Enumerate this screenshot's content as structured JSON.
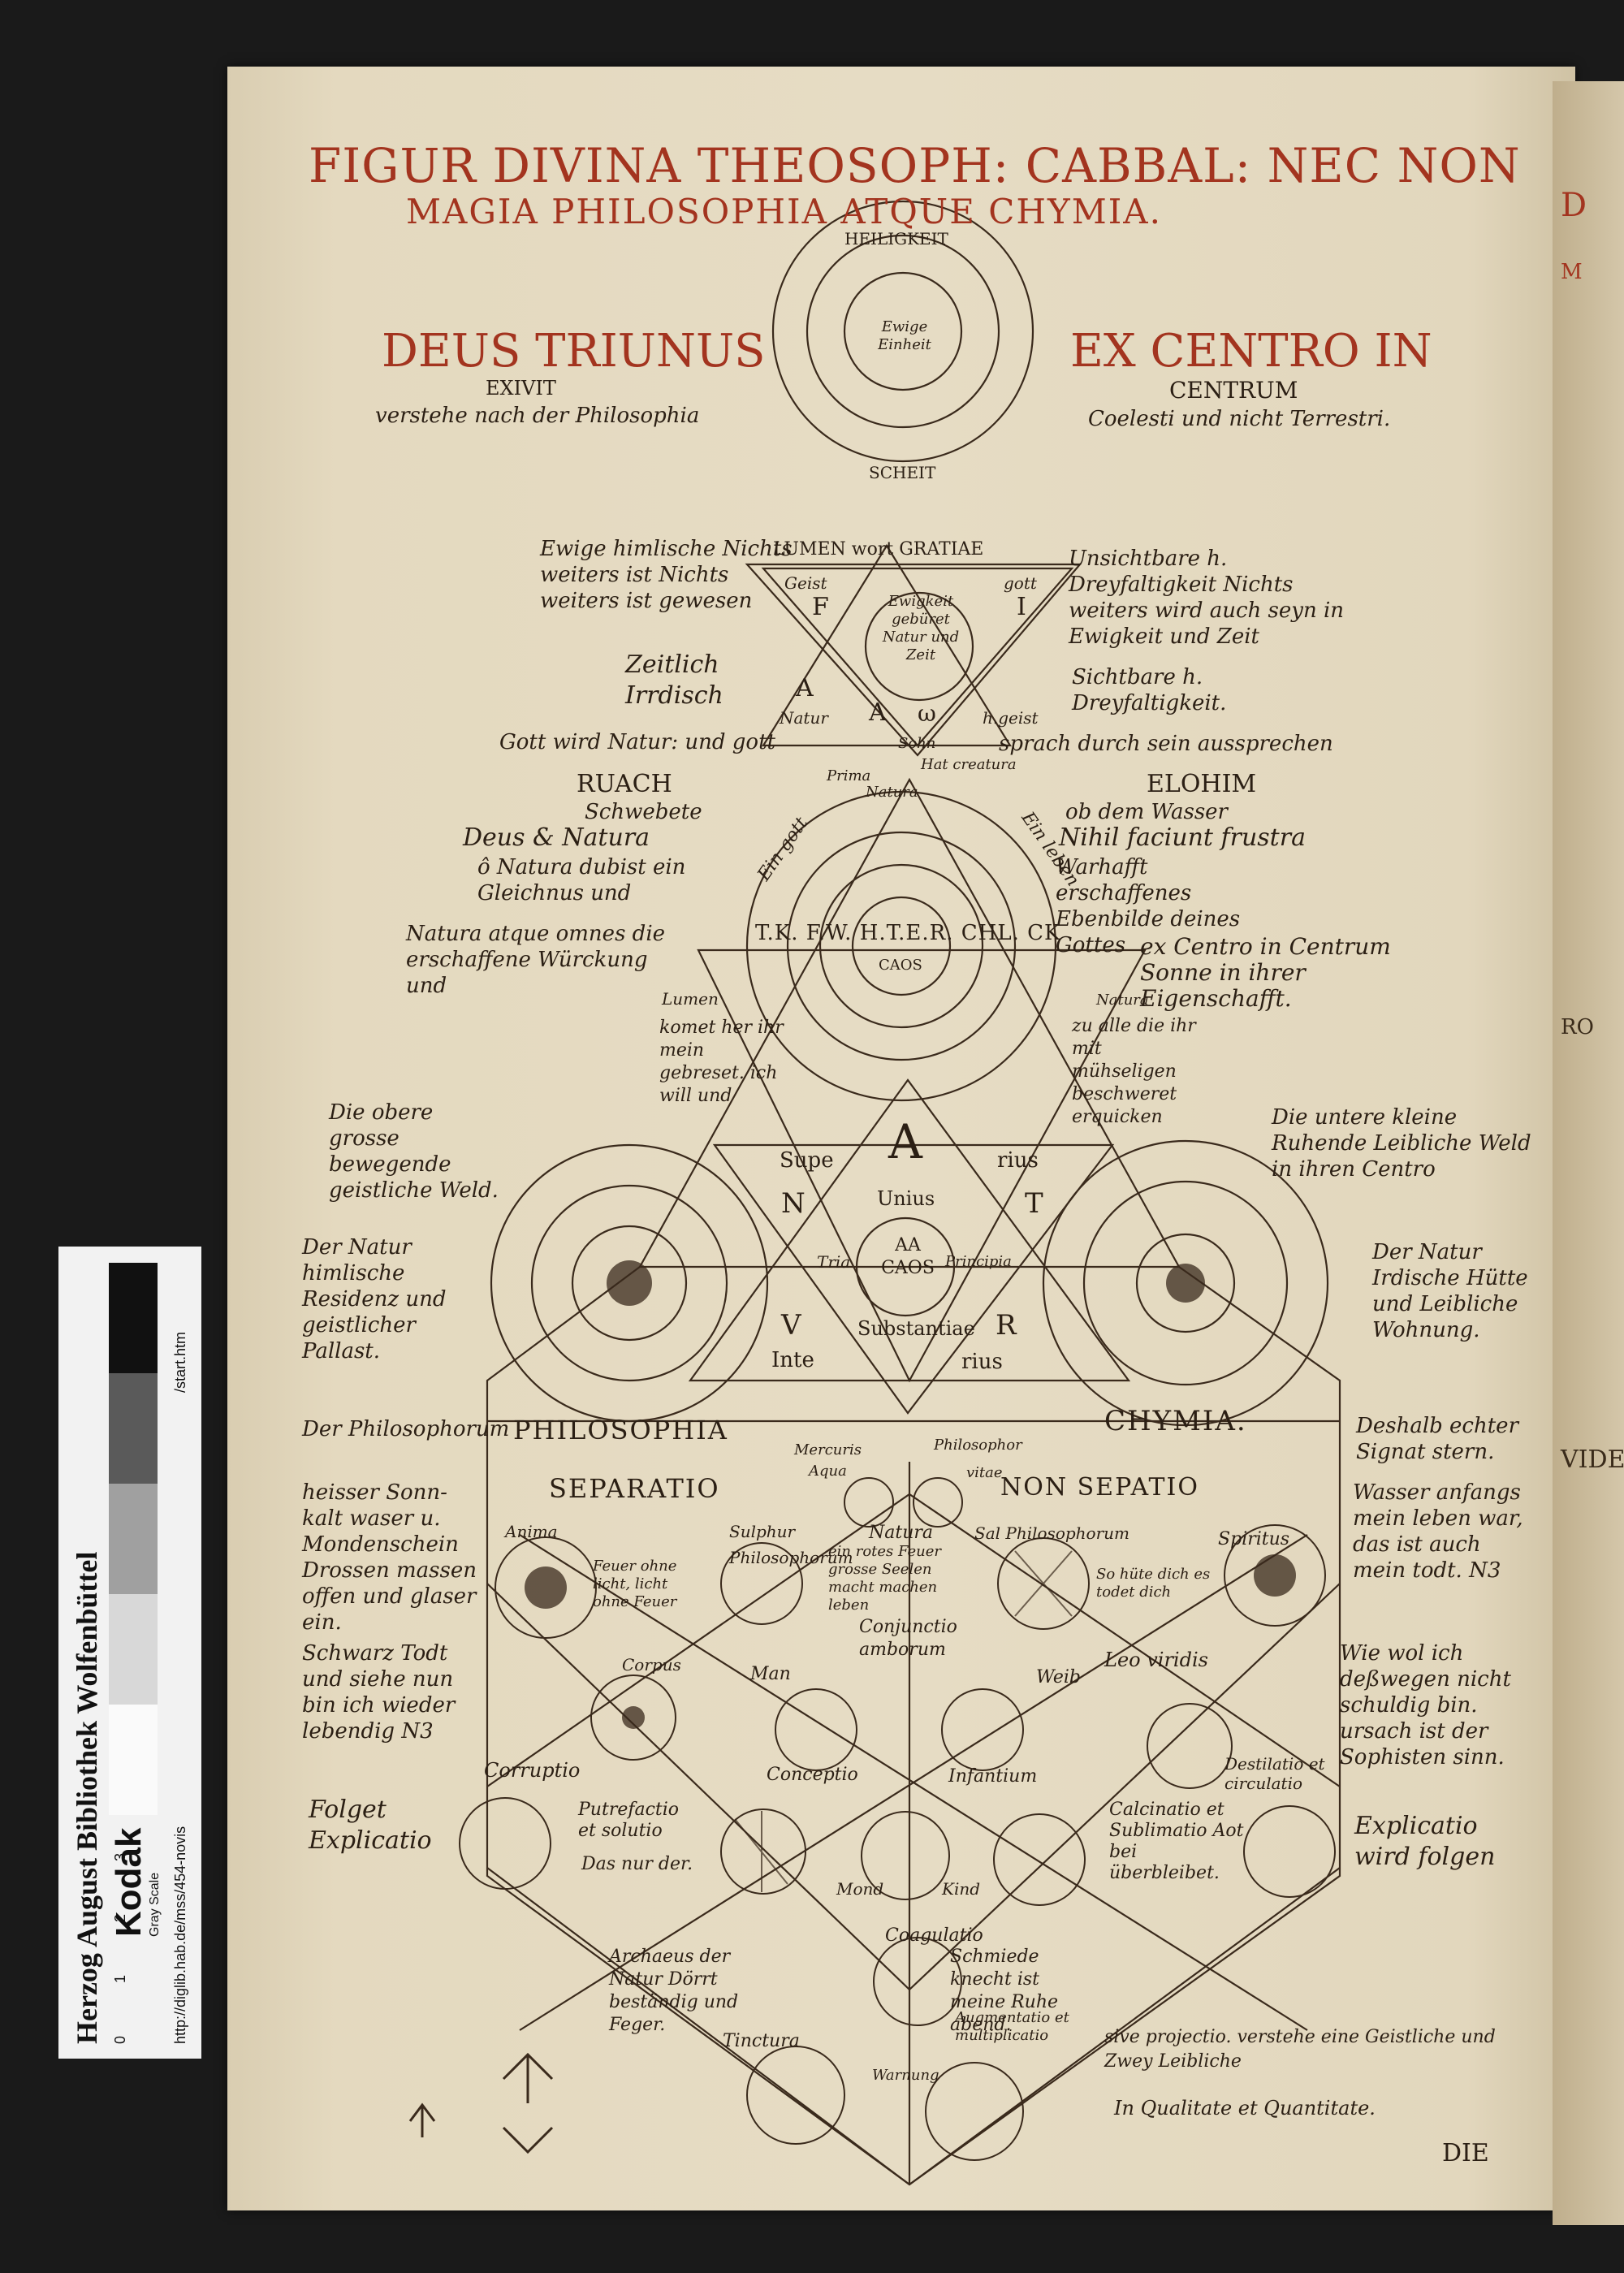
{
  "header": {
    "title_line1": "FIGUR DIVINA THEOSOPH: CABBAL: NEC NON",
    "title_line2": "MAGIA PHILOSOPHIA ATQUE CHYMIA."
  },
  "top": {
    "left_heading": "DEUS TRIUNUS",
    "left_sub1": "EXIVIT",
    "left_sub2": "verstehe nach der Philosophia",
    "right_heading": "EX CENTRO IN",
    "right_sub1": "CENTRUM",
    "right_sub2": "Coelesti und nicht Terrestri.",
    "circle_top": "HEILIGKEIT",
    "circle_center": "Ewige Einheit",
    "circle_bottom": "SCHEIT"
  },
  "upper_triangle": {
    "top_label": "LUMEN wort GRATIAE",
    "geist": "Geist",
    "gott": "gott",
    "F": "F",
    "I": "I",
    "A": "A",
    "center": "Ewigkeit gebüret Natur und Zeit",
    "natur": "Natur",
    "hgeist": "h.geist",
    "A_center": "A",
    "omega": "ω"
  },
  "left_notes": {
    "ewige": "Ewige himlische Nichts weiters ist Nichts weiters ist gewesen",
    "zeitlich": "Zeitlich Irrdisch",
    "gott_wird": "Gott wird Natur: und gott",
    "ruach": "RUACH",
    "schwebete": "Schwebete",
    "deus_natura": "Deus & Natura",
    "o_natura": "ô Natura dubist ein Gleichnus und",
    "natura_atque": "Natura atque omnes die erschaffene Würckung und",
    "die_obere": "Die obere grosse bewegende geistliche Weld.",
    "der_natur_himl": "Der Natur himlische Residenz und geistlicher Pallast.",
    "der_philosophorum": "Der Philosophorum",
    "heisser": "heisser Sonn-kalt waser u. Mondenschein Drossen massen offen und glaser ein.",
    "schwarz": "Schwarz Todt und siehe nun bin ich wieder lebendig N3",
    "folget": "Folget Explicatio"
  },
  "right_notes": {
    "unsichtbare": "Unsichtbare h. Dreyfaltigkeit Nichts weiters wird auch seyn in Ewigkeit und Zeit",
    "sichtbare": "Sichtbare h. Dreyfaltigkeit.",
    "sprach": "sprach durch sein aussprechen",
    "elohim": "ELOHIM",
    "ob_dem": "ob dem Wasser",
    "nihil": "Nihil faciunt frustra",
    "warhafft": "Warhafft erschaffenes Ebenbilde deines Gottes",
    "ex_centro": "ex Centro in Centrum Sonne in ihrer Eigenschafft.",
    "die_untere": "Die untere kleine Ruhende Leibliche Weld in ihren Centro",
    "der_natur_ird": "Der Natur Irdische Hütte und Leibliche Wohnung.",
    "deshalb": "Deshalb echter Signat stern.",
    "wasser": "Wasser anfangs mein leben war, das ist auch mein todt. N3",
    "wie_wol": "Wie wol ich deßwegen nicht schuldig bin. ursach ist der Sophisten sinn.",
    "explicatio": "Explicatio wird folgen"
  },
  "middle": {
    "prima": "Prima",
    "natura": "Natura",
    "sohn": "Sohn",
    "hat_creatura": "Hat creatura",
    "ein_gott": "Ein gott",
    "ein_leben": "Ein leben",
    "lumen": "Lumen",
    "natura_r": "Natura",
    "tk_row": "T.K. F.W. H.T.E.R. CHL. CK",
    "caos": "CAOS",
    "kometen": "komet her ihr mein gebreset. ich will und",
    "zu_allen": "zu alle die ihr mit mühseligen beschweret erquicken",
    "supe": "Supe",
    "rius": "rius",
    "big_A": "A",
    "N": "N",
    "T": "T",
    "unius": "Unius",
    "tria": "Tria",
    "aa_caos": "AA CAOS",
    "principia": "Principia",
    "V": "V",
    "R": "R",
    "substantiae": "Substantiae",
    "inte": "Inte",
    "rius2": "rius"
  },
  "lower": {
    "philosophia": "PHILOSOPHIA",
    "chymia": "CHYMIA.",
    "separatio": "SEPARATIO",
    "non_sepatio": "NON SEPATIO",
    "mercuris": "Mercuris",
    "philosophor": "Philosophor",
    "aqua": "Aqua",
    "vitae": "vitae",
    "anima": "Anima",
    "sulphur": "Sulphur Philosophorum",
    "natura": "Natura",
    "sal": "Sal Philosophorum",
    "spiritus": "Spiritus",
    "feuer": "Feuer ohne licht, licht ohne Feuer",
    "rotes": "ein rotes Feuer grosse Seelen macht machen leben",
    "so_hute": "So hüte dich es todet dich",
    "corpus": "Corpus",
    "conjunctio": "Conjunctio amborum",
    "leo_viridis": "Leo viridis",
    "man": "Man",
    "weib": "Weib",
    "corruptio": "Corruptio",
    "conceptio": "Conceptio",
    "infantium": "Infantium",
    "destilatio": "Destilatio et circulatio",
    "putrefactio": "Putrefactio et solutio",
    "das_nur": "Das nur der.",
    "calcinatio": "Calcinatio et Sublimatio Aot bei überbleibet.",
    "mond": "Mond",
    "kind": "Kind",
    "coagulatio": "Coagulatio",
    "schmiede": "Schmiede knecht ist meine Ruhe abend.",
    "archaeus": "Archaeus der Natur Dörrt beständig und Feger.",
    "tinctura": "Tinctura",
    "augmentatio": "Augmentatio et multiplicatio",
    "warnung": "Warnung",
    "sive": "sive projectio. verstehe eine Geistliche und Zwey Leibliche",
    "in_qualitate": "In Qualitate et Quantitate.",
    "die": "DIE"
  },
  "right_page": {
    "d": "D",
    "m": "M",
    "ro": "RO",
    "vide": "VIDE"
  },
  "strip": {
    "library": "Herzog August Bibliothek Wolfenbüttel",
    "url": "http://diglib.hab.de/mss/454-novis",
    "start": "/start.htm",
    "brand": "Kodak",
    "gray_scale": "Gray Scale",
    "scale": "0 1 2 3 4"
  },
  "colors": {
    "paper": "#e6dcc4",
    "ink": "#2b1f14",
    "rubric": "#a3341f"
  }
}
